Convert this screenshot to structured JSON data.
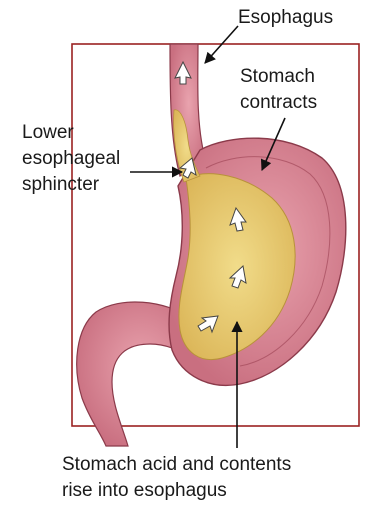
{
  "labels": {
    "esophagus": "Esophagus",
    "stomach_contracts": [
      "Stomach",
      "contracts"
    ],
    "lower_esophageal_sphincter": [
      "Lower",
      "esophageal",
      "sphincter"
    ],
    "acid_rise": [
      "Stomach acid and contents",
      "rise into esophagus"
    ]
  },
  "colors": {
    "frame": "#9b2222",
    "stomach_wall": "#d98593",
    "wall_outline": "#8b3a4a",
    "contents": "#e9cd6b",
    "text": "#1a1a1a"
  }
}
